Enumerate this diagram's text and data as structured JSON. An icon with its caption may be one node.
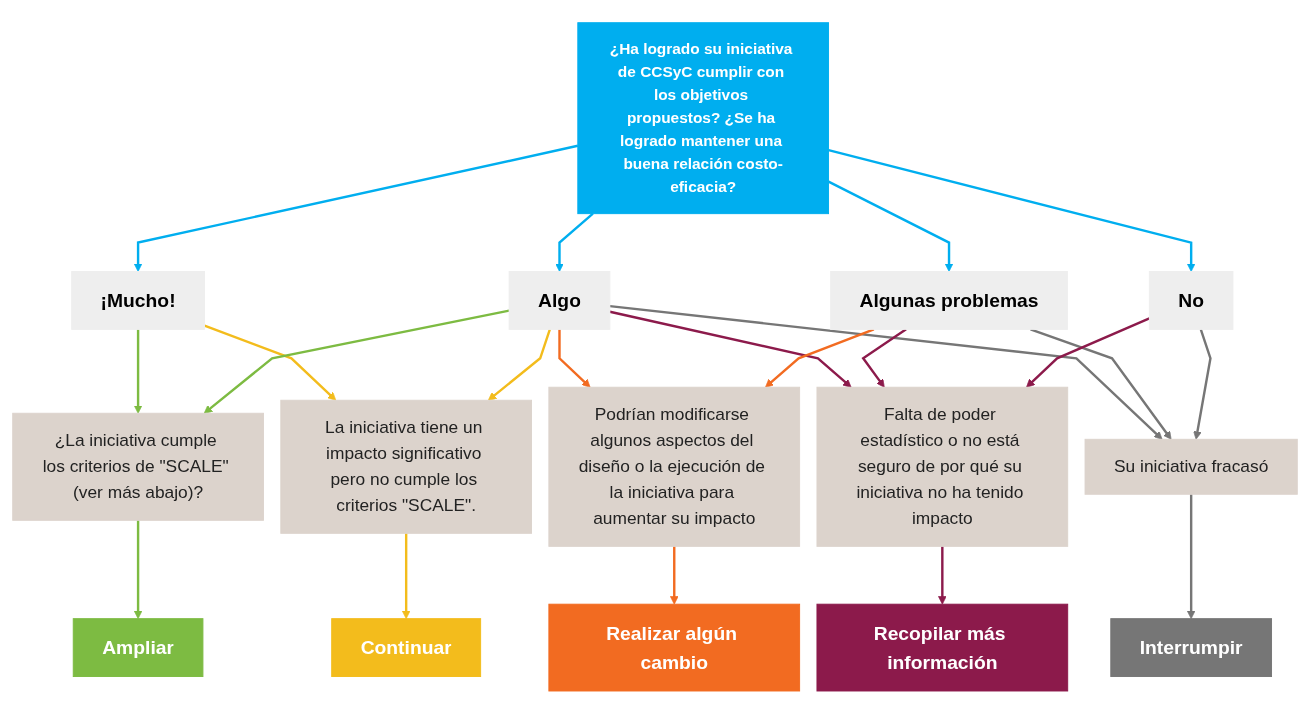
{
  "diagram": {
    "nodes": [
      {
        "text": [
          "¿Ha logrado su iniciativa de CCSyC cumplir con los objetivos propuestos? ¿Se ha logrado mantener una buena relación costo-eficacia?"
        ]
      },
      {
        "text": [
          "¡Mucho!"
        ]
      },
      {
        "text": [
          "Algo"
        ]
      },
      {
        "text": [
          "Algunas problemas"
        ]
      },
      {
        "text": [
          "No"
        ]
      },
      {
        "text": [
          "¿La iniciativa cumple los criterios de \"SCALE\" (ver más abajo)?"
        ]
      },
      {
        "text": [
          "La iniciativa tiene un impacto significativo pero no cumple los criterios \"SCALE\"."
        ]
      },
      {
        "text": [
          "Podrían modificarse algunos aspectos del diseño o la ejecución de la iniciativa para aumentar su impacto"
        ]
      },
      {
        "text": [
          "Falta de poder estadístico o no está seguro de por qué su iniciativa no ha tenido impacto"
        ]
      },
      {
        "text": [
          "Su iniciativa fracasó"
        ]
      },
      {
        "text": [
          "Ampliar"
        ]
      },
      {
        "text": [
          "Continuar"
        ]
      },
      {
        "text": [
          "Realizar algún cambio"
        ]
      },
      {
        "text": [
          "Recopilar más información"
        ]
      },
      {
        "text": [
          "Interrumpir"
        ]
      }
    ],
    "edges": [
      {
        "from": 0,
        "to": 1,
        "arrow": "to",
        "color": "#00aeef"
      },
      {
        "from": 0,
        "to": 2,
        "arrow": "to",
        "color": "#00aeef"
      },
      {
        "from": 0,
        "to": 3,
        "arrow": "to",
        "color": "#00aeef"
      },
      {
        "from": 0,
        "to": 4,
        "arrow": "to",
        "color": "#00aeef"
      },
      {
        "from": 1,
        "to": 5,
        "arrow": "to",
        "color": "#7dbb42"
      },
      {
        "from": 1,
        "to": 6,
        "arrow": "to",
        "color": "#f3bc1c"
      },
      {
        "from": 2,
        "to": 5,
        "arrow": "to",
        "color": "#7dbb42"
      },
      {
        "from": 2,
        "to": 6,
        "arrow": "to",
        "color": "#f3bc1c"
      },
      {
        "from": 2,
        "to": 7,
        "arrow": "to",
        "color": "#f26b21"
      },
      {
        "from": 2,
        "to": 8,
        "arrow": "to",
        "color": "#8c1a4b"
      },
      {
        "from": 2,
        "to": 9,
        "arrow": "to",
        "color": "#767676"
      },
      {
        "from": 3,
        "to": 7,
        "arrow": "to",
        "color": "#f26b21"
      },
      {
        "from": 3,
        "to": 8,
        "arrow": "to",
        "color": "#8c1a4b"
      },
      {
        "from": 3,
        "to": 9,
        "arrow": "to",
        "color": "#767676"
      },
      {
        "from": 4,
        "to": 8,
        "arrow": "to",
        "color": "#8c1a4b"
      },
      {
        "from": 4,
        "to": 9,
        "arrow": "to",
        "color": "#767676"
      },
      {
        "from": 5,
        "to": 10,
        "arrow": "to",
        "color": "#7dbb42"
      },
      {
        "from": 6,
        "to": 11,
        "arrow": "to",
        "color": "#f3bc1c"
      },
      {
        "from": 7,
        "to": 12,
        "arrow": "to",
        "color": "#f26b21"
      },
      {
        "from": 8,
        "to": 13,
        "arrow": "to",
        "color": "#8c1a4b"
      },
      {
        "from": 9,
        "to": 14,
        "arrow": "to",
        "color": "#767676"
      }
    ]
  }
}
